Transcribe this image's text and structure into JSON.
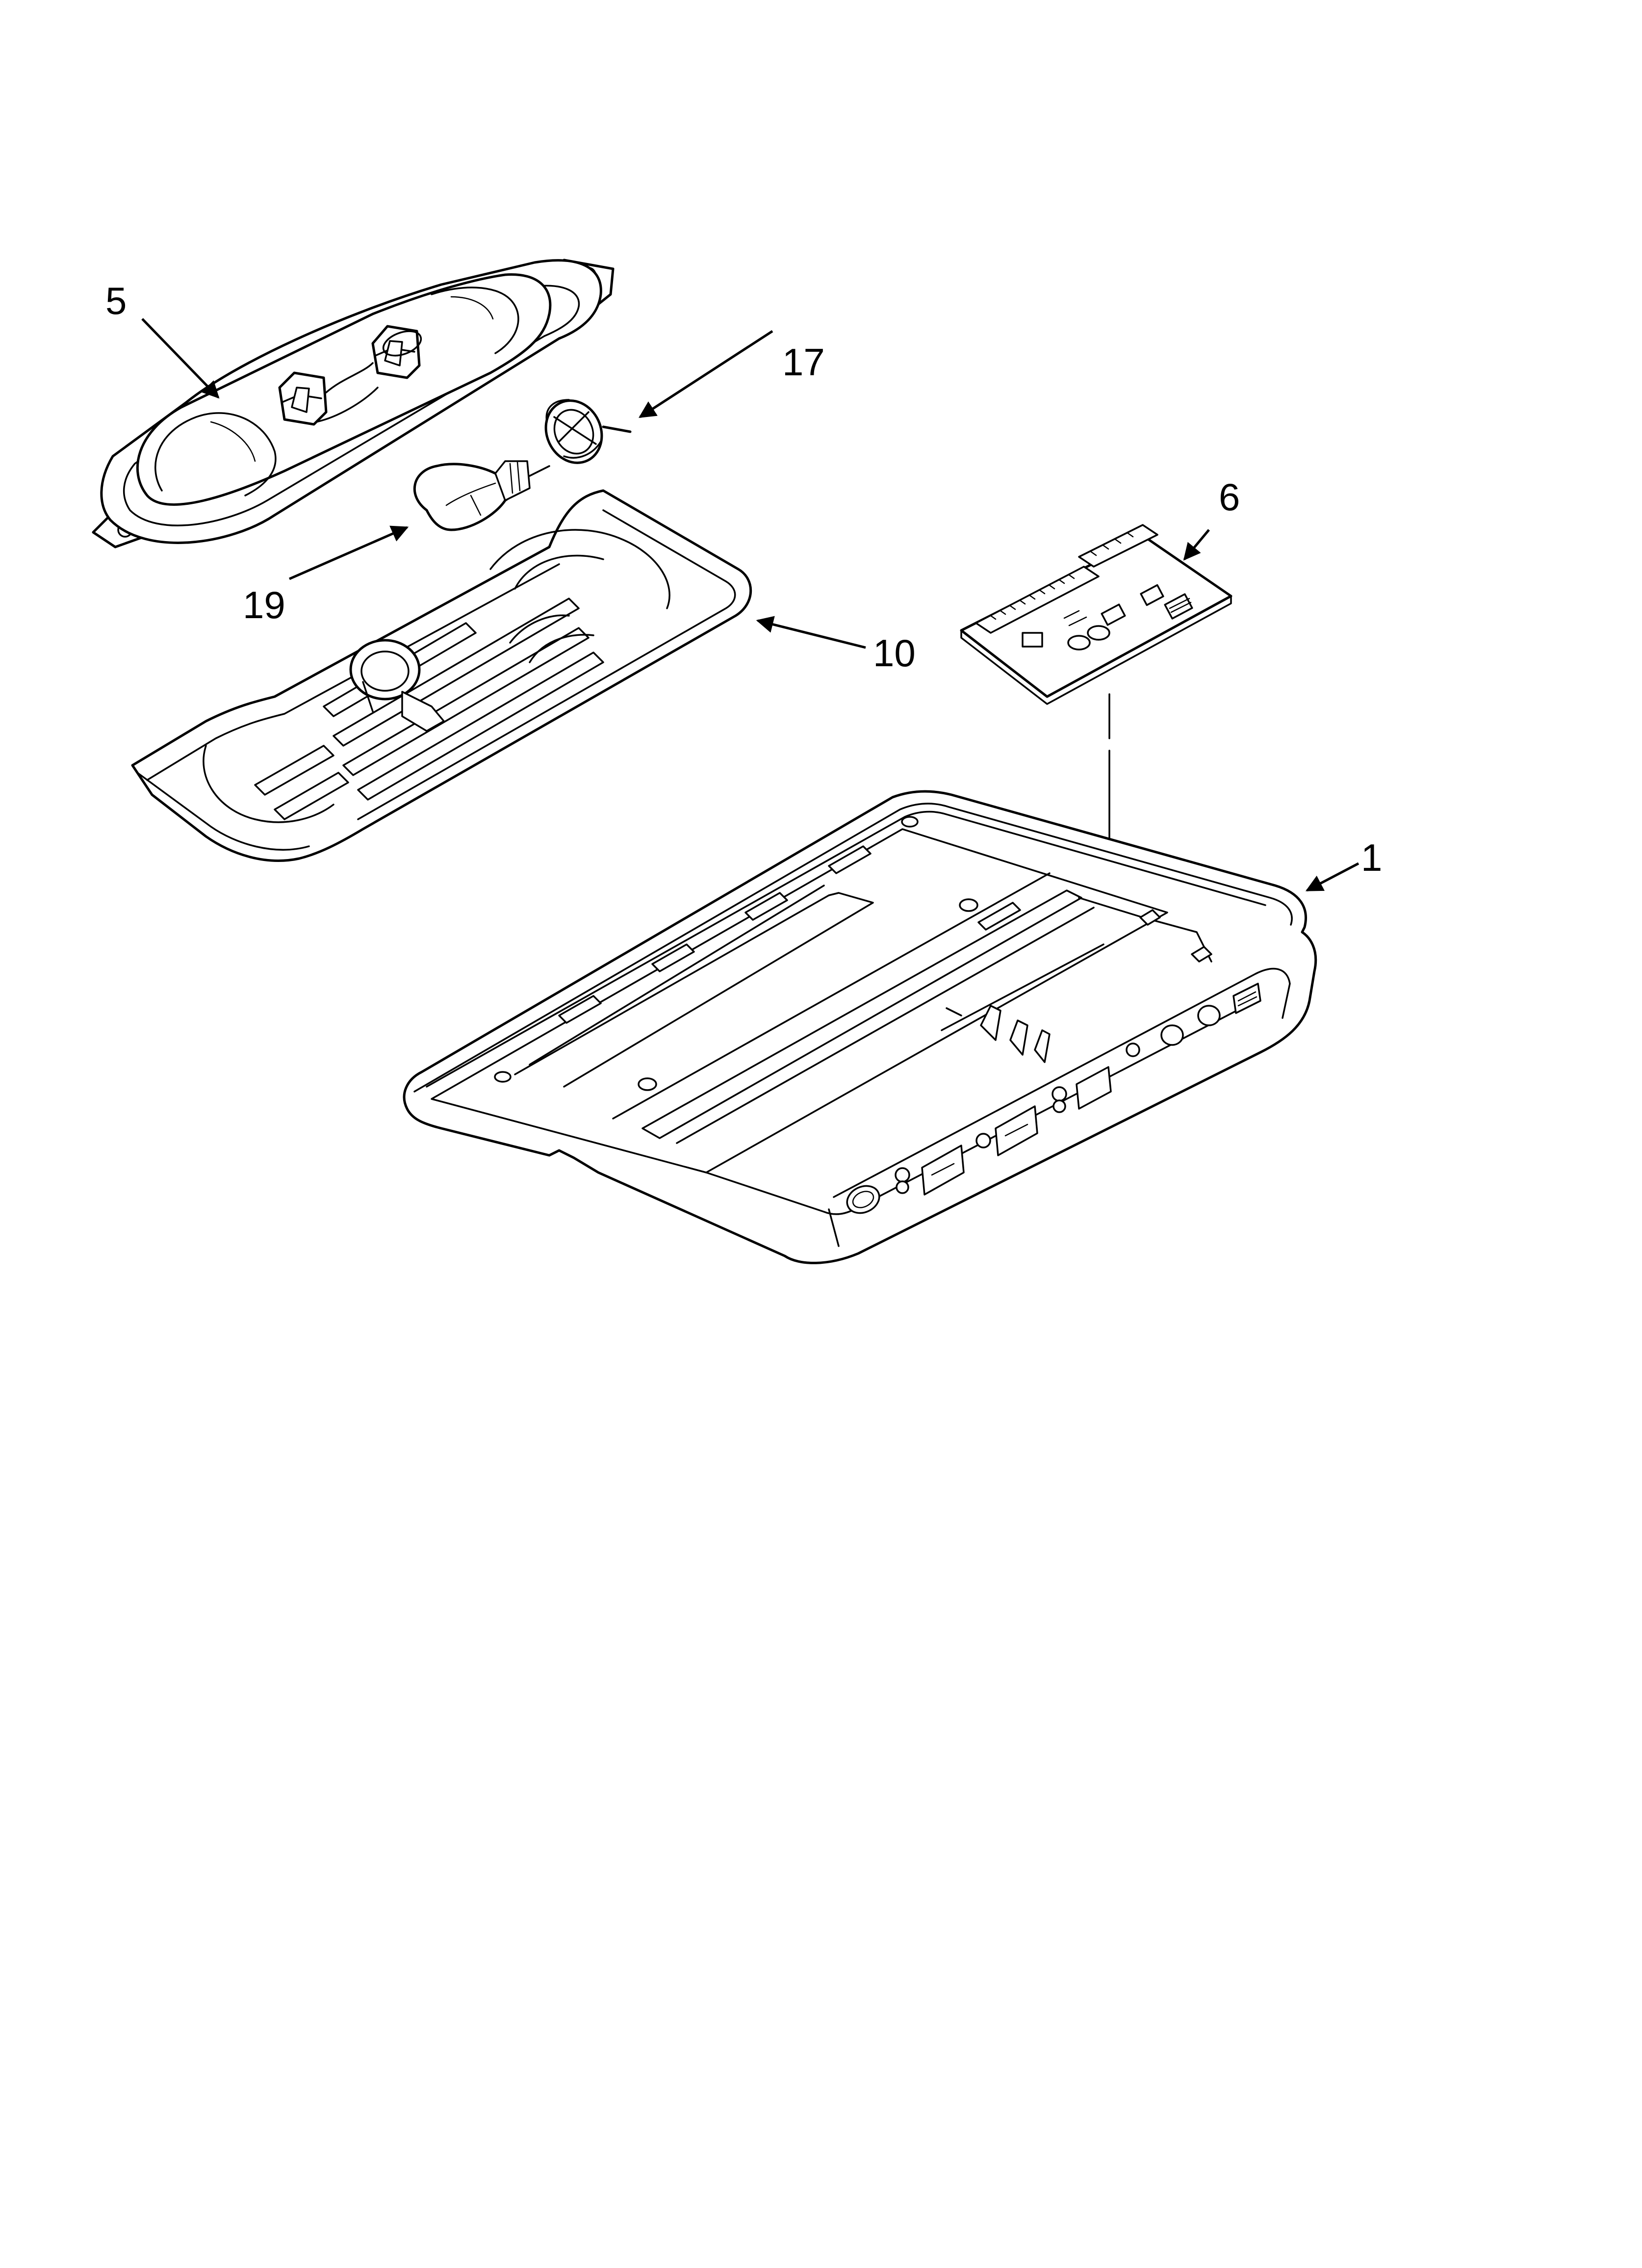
{
  "callouts": [
    {
      "id": "part-5",
      "label": "5"
    },
    {
      "id": "part-17",
      "label": "17"
    },
    {
      "id": "part-19",
      "label": "19"
    },
    {
      "id": "part-10",
      "label": "10"
    },
    {
      "id": "part-6",
      "label": "6"
    },
    {
      "id": "part-1",
      "label": "1"
    }
  ]
}
